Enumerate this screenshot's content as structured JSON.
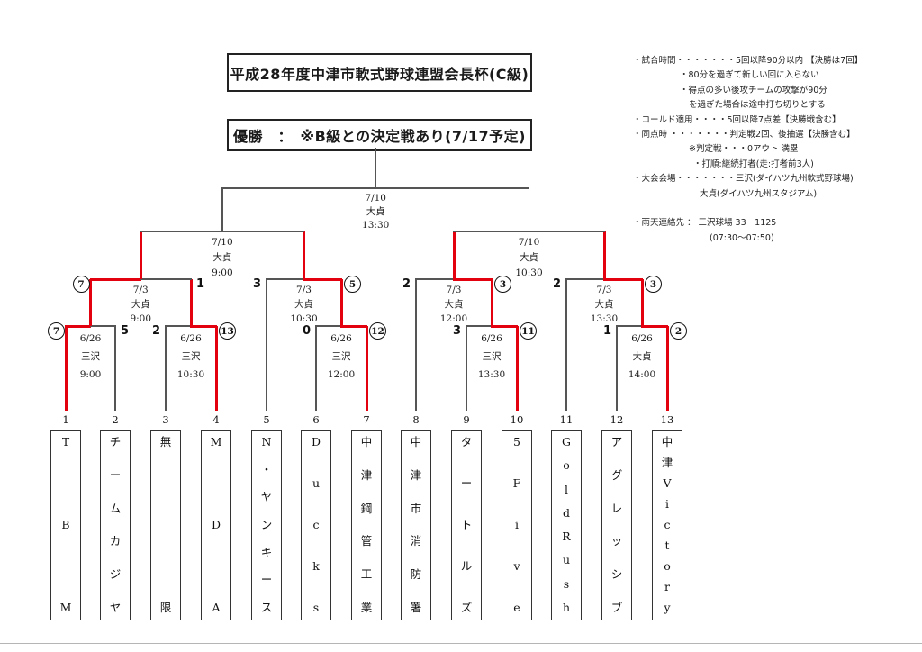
{
  "page": {
    "title": "平成28年度中津市軟式野球連盟会長杯(C級)",
    "champion_note": "優勝　：　※B級との決定戦あり(7/17予定)"
  },
  "colors": {
    "winner_path": "#e3000f",
    "line": "#555555"
  },
  "notes": [
    {
      "indent": 0,
      "text": "・試合時間・・・・・・・5回以降90分以内 【決勝は7回】"
    },
    {
      "indent": 1,
      "text": "・80分を過ぎて新しい回に入らない"
    },
    {
      "indent": 1,
      "text": "・得点の多い後攻チームの攻撃が90分"
    },
    {
      "indent": 2,
      "text": "を過ぎた場合は途中打ち切りとする"
    },
    {
      "indent": 0,
      "text": "・コールド適用・・・・5回以降7点差【決勝戦含む】"
    },
    {
      "indent": 0,
      "text": "・同点時 ・・・・・・・判定戦2回、後抽選【決勝含む】"
    },
    {
      "indent": 2,
      "text": "※判定戦・・・0アウト 満塁"
    },
    {
      "indent": 3,
      "text": "・打順:継続打者(走:打者前3人)"
    },
    {
      "indent": 0,
      "text": "・大会会場・・・・・・・三沢(ダイハツ九州軟式野球場)"
    },
    {
      "indent": 4,
      "text": "大貞(ダイハツ九州スタジアム)"
    },
    {
      "indent": 0,
      "text": ""
    },
    {
      "indent": 0,
      "text": "・雨天連絡先 ： 三沢球場 33－1125"
    },
    {
      "indent": 5,
      "text": "(07:30～07:50)"
    }
  ],
  "teams": [
    {
      "num": "1",
      "name": "TBM"
    },
    {
      "num": "2",
      "name": "チームカジヤ"
    },
    {
      "num": "3",
      "name": "無限"
    },
    {
      "num": "4",
      "name": "MDA"
    },
    {
      "num": "5",
      "name": "N・ヤンキース"
    },
    {
      "num": "6",
      "name": "Ducks"
    },
    {
      "num": "7",
      "name": "中津鋼管工業"
    },
    {
      "num": "8",
      "name": "中津市消防署"
    },
    {
      "num": "9",
      "name": "タートルズ"
    },
    {
      "num": "10",
      "name": "5Five"
    },
    {
      "num": "11",
      "name": "GoldRush"
    },
    {
      "num": "12",
      "name": "アグレッシブ"
    },
    {
      "num": "13",
      "name": "中津Victory"
    }
  ],
  "bracket": {
    "round1": [
      {
        "id": "M1",
        "left": "team1",
        "right": "team2",
        "date": "6/26",
        "venue": "三沢",
        "time": "9:00",
        "score_left": "7",
        "score_right": "5",
        "winner": "left"
      },
      {
        "id": "M2",
        "left": "team3",
        "right": "team4",
        "date": "6/26",
        "venue": "三沢",
        "time": "10:30",
        "score_left": "2",
        "score_right": "13",
        "winner": "right"
      },
      {
        "id": "M3",
        "left": "team6",
        "right": "team7",
        "date": "6/26",
        "venue": "三沢",
        "time": "12:00",
        "score_left": "0",
        "score_right": "12",
        "winner": "right"
      },
      {
        "id": "M4",
        "left": "team9",
        "right": "team10",
        "date": "6/26",
        "venue": "三沢",
        "time": "13:30",
        "score_left": "3",
        "score_right": "11",
        "winner": "right"
      },
      {
        "id": "M5",
        "left": "team12",
        "right": "team13",
        "date": "6/26",
        "venue": "大貞",
        "time": "14:00",
        "score_left": "1",
        "score_right": "2",
        "winner": "right"
      }
    ],
    "quarterfinals": [
      {
        "id": "QF1",
        "left": "M1",
        "right": "M2",
        "date": "7/3",
        "venue": "大貞",
        "time": "9:00",
        "score_left": "7",
        "score_right": "1",
        "winner": "left"
      },
      {
        "id": "QF2",
        "left": "team5",
        "right": "M3",
        "date": "7/3",
        "venue": "大貞",
        "time": "10:30",
        "score_left": "3",
        "score_right": "5",
        "winner": "right"
      },
      {
        "id": "QF3",
        "left": "team8",
        "right": "M4",
        "date": "7/3",
        "venue": "大貞",
        "time": "12:00",
        "score_left": "2",
        "score_right": "3",
        "winner": "right"
      },
      {
        "id": "QF4",
        "left": "team11",
        "right": "M5",
        "date": "7/3",
        "venue": "大貞",
        "time": "13:30",
        "score_left": "2",
        "score_right": "3",
        "winner": "right"
      }
    ],
    "semifinals": [
      {
        "id": "SF1",
        "left": "QF1",
        "right": "QF2",
        "date": "7/10",
        "venue": "大貞",
        "time": "9:00",
        "score_left": null,
        "score_right": null,
        "winner": null
      },
      {
        "id": "SF2",
        "left": "QF3",
        "right": "QF4",
        "date": "7/10",
        "venue": "大貞",
        "time": "10:30",
        "score_left": null,
        "score_right": null,
        "winner": null
      }
    ],
    "final": {
      "id": "F",
      "left": "SF1",
      "right": "SF2",
      "date": "7/10",
      "venue": "大貞",
      "time": "13:30",
      "score_left": null,
      "score_right": null,
      "winner": null
    }
  }
}
